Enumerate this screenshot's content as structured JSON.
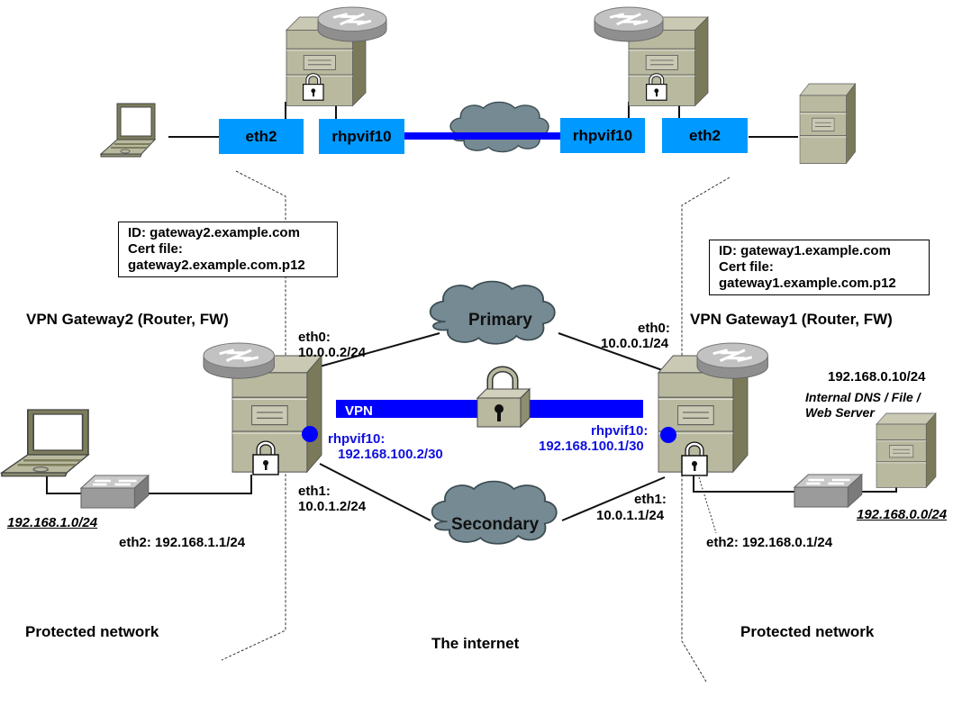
{
  "top": {
    "left_interfaces": {
      "lan": "eth2",
      "vpn": "rhpvif10"
    },
    "right_interfaces": {
      "vpn": "rhpvif10",
      "lan": "eth2"
    }
  },
  "id_boxes": {
    "gateway2": {
      "id": "ID: gateway2.example.com",
      "cert_label": "Cert file:",
      "cert_file": "gateway2.example.com.p12"
    },
    "gateway1": {
      "id": "ID: gateway1.example.com",
      "cert_label": "Cert file:",
      "cert_file": "gateway1.example.com.p12"
    }
  },
  "gateway2": {
    "title": "VPN Gateway2 (Router, FW)",
    "eth0_label": "eth0:",
    "eth0_ip": "10.0.0.2/24",
    "eth1_label": "eth1:",
    "eth1_ip": "10.0.1.2/24",
    "eth2": "eth2: 192.168.1.1/24",
    "vif_label": "rhpvif10:",
    "vif_ip": "192.168.100.2/30",
    "lan": "192.168.1.0/24"
  },
  "gateway1": {
    "title": "VPN Gateway1 (Router, FW)",
    "eth0_label": "eth0:",
    "eth0_ip": "10.0.0.1/24",
    "eth1_label": "eth1:",
    "eth1_ip": "10.0.1.1/24",
    "eth2": "eth2: 192.168.0.1/24",
    "vif_label": "rhpvif10:",
    "vif_ip": "192.168.100.1/30",
    "lan": "192.168.0.0/24",
    "server_ip": "192.168.0.10/24",
    "server_desc_1": "Internal DNS / File /",
    "server_desc_2": "Web Server"
  },
  "internet": {
    "primary": "Primary",
    "secondary": "Secondary",
    "vpn": "VPN"
  },
  "zones": {
    "left": "Protected network",
    "center": "The internet",
    "right": "Protected network"
  },
  "colors": {
    "interface_box": "#0099ff",
    "vpn_tunnel": "#0000ff",
    "vif_text": "#1010e0",
    "cloud": "#758a93",
    "device_body": "#b8b8a0"
  }
}
